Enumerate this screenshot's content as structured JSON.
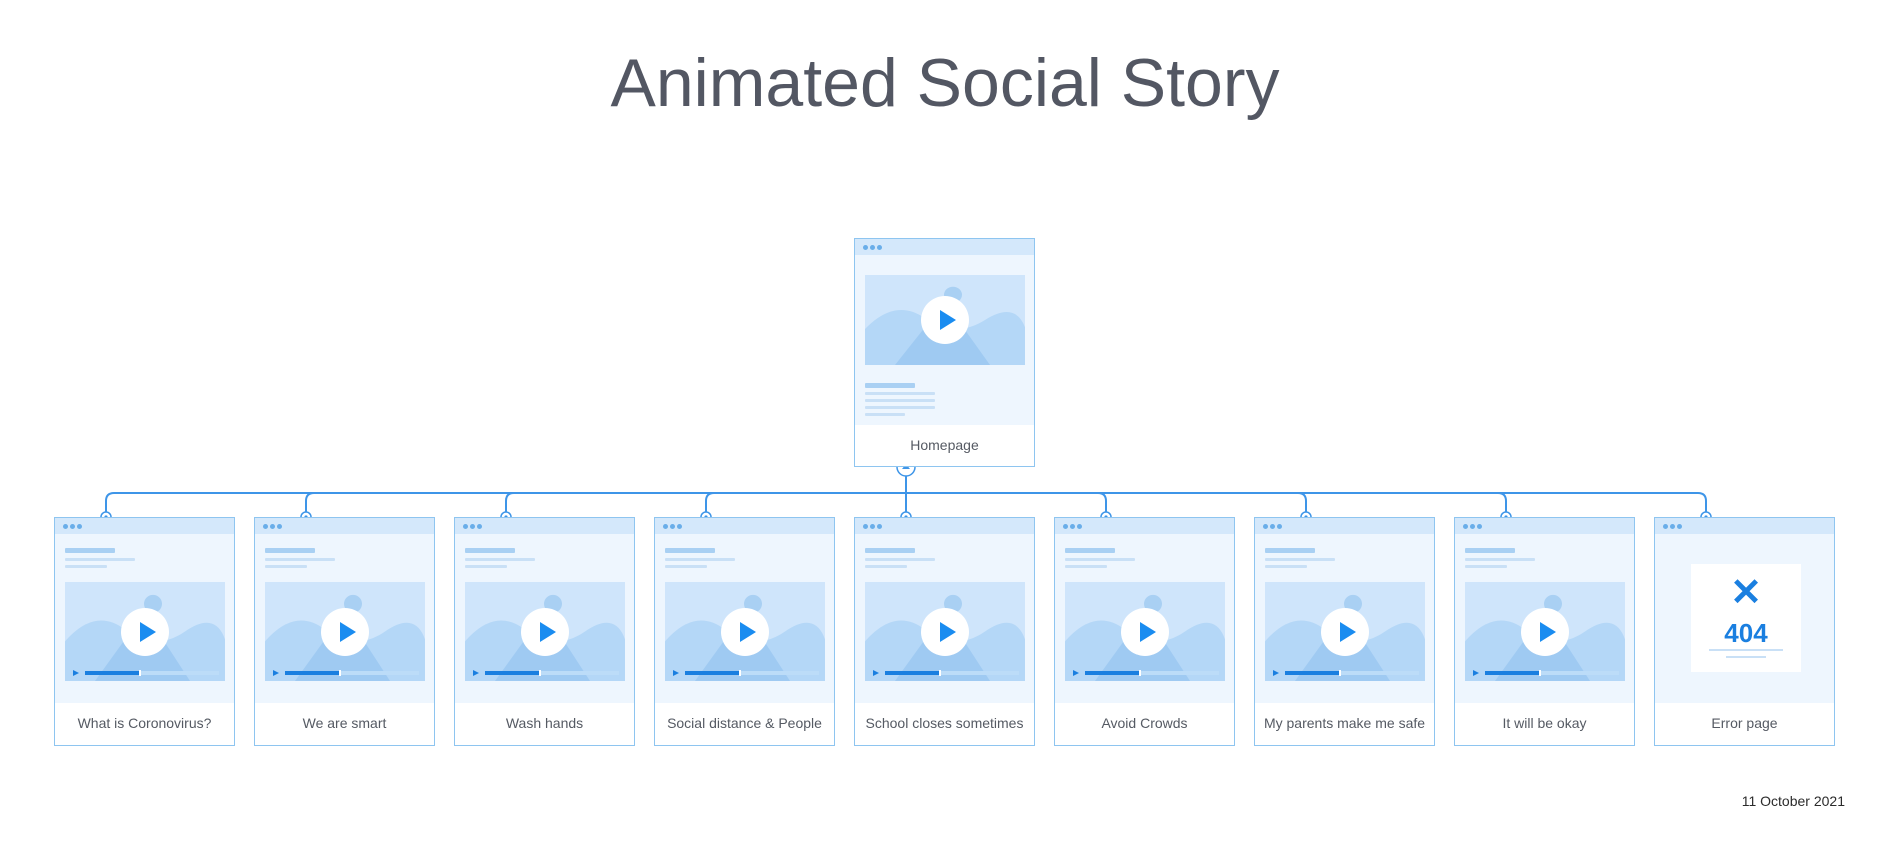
{
  "title": "Animated Social Story",
  "date": "11 October 2021",
  "root": {
    "label": "Homepage",
    "type": "video-page",
    "progress": null
  },
  "children": [
    {
      "label": "What is Coronovirus?",
      "type": "video-page",
      "progress": 0.4
    },
    {
      "label": "We are smart",
      "type": "video-page",
      "progress": 0.4
    },
    {
      "label": "Wash hands",
      "type": "video-page",
      "progress": 0.4
    },
    {
      "label": "Social distance & People",
      "type": "video-page",
      "progress": 0.4
    },
    {
      "label": "School closes sometimes",
      "type": "video-page",
      "progress": 0.4
    },
    {
      "label": "Avoid Crowds",
      "type": "video-page",
      "progress": 0.4
    },
    {
      "label": "My parents make me safe",
      "type": "video-page",
      "progress": 0.4
    },
    {
      "label": "It will be okay",
      "type": "video-page",
      "progress": 0.4
    },
    {
      "label": "Error page",
      "type": "error-page",
      "error_code": "404",
      "error_icon": "close-icon"
    }
  ],
  "colors": {
    "connector": "#3e95e8",
    "accent": "#1a8cf0",
    "card_border": "#8ec5f0",
    "title": "#535763"
  }
}
